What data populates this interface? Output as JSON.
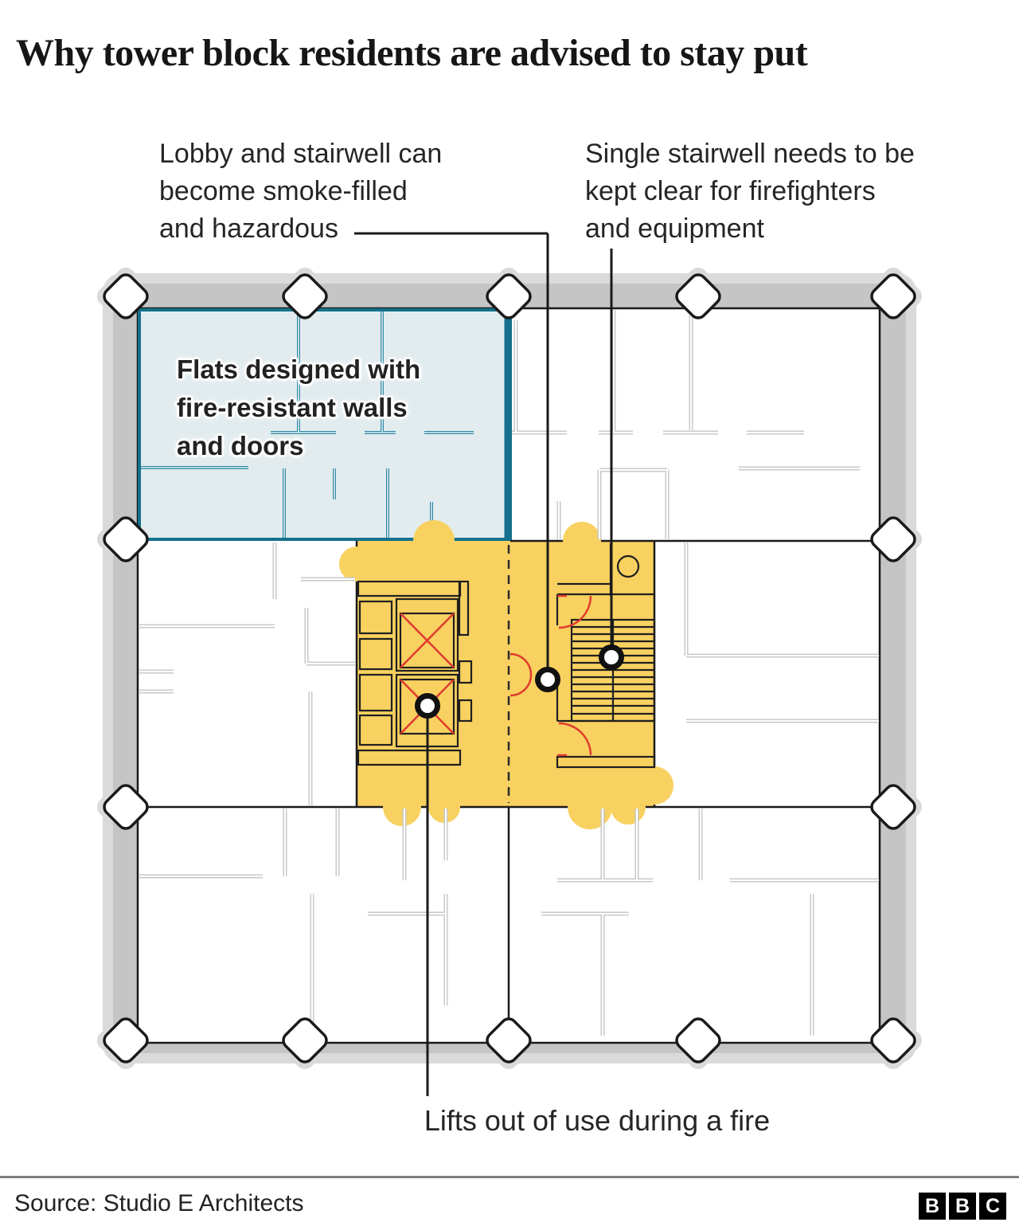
{
  "title": "Why tower block residents are advised to stay put",
  "annotations": {
    "lobby": {
      "lines": [
        "Lobby and stairwell can",
        "become smoke-filled",
        "and hazardous"
      ]
    },
    "stairwell": {
      "lines": [
        "Single stairwell needs to be",
        "kept clear for firefighters",
        "and equipment"
      ]
    },
    "flats": {
      "lines": [
        "Flats designed with",
        "fire-resistant walls",
        "and doors"
      ]
    },
    "lifts": {
      "label": "Lifts out of use during a fire"
    }
  },
  "footer": {
    "source": "Source: Studio E Architects",
    "logo_letters": [
      "B",
      "B",
      "C"
    ]
  },
  "colors": {
    "smoke_zone_yellow": "#F8D160",
    "flats_zone_blue": "#E2ECEF",
    "flats_border_teal": "#15718C",
    "door_swing_red": "#E03B2F",
    "wall_gray": "#C5C5C5",
    "wall_halo_gray": "#DADADA",
    "partition_gray": "#C9C9C9",
    "ink": "#1A1A1A"
  },
  "floorplan": {
    "zones": [
      {
        "id": "flats-zone",
        "fill": "#E2ECEF"
      },
      {
        "id": "smoke-zone",
        "fill": "#F8D160"
      }
    ],
    "callouts": [
      {
        "id": "lobby-dot"
      },
      {
        "id": "stairwell-dot"
      },
      {
        "id": "lifts-dot"
      }
    ]
  }
}
